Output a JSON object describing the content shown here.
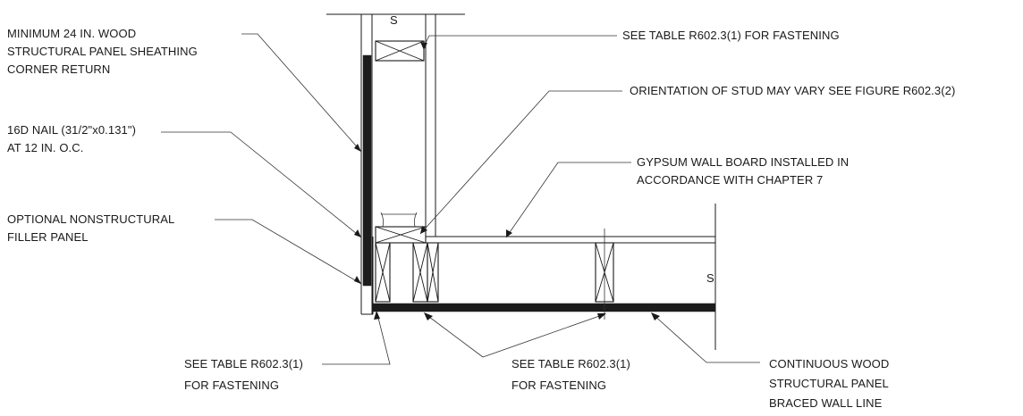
{
  "labels": {
    "sheathing_return": [
      "MINIMUM 24 IN. WOOD",
      "STRUCTURAL PANEL SHEATHING",
      "CORNER RETURN"
    ],
    "nail": [
      "16D NAIL (31/2\"x0.131\")",
      "AT 12 IN. O.C."
    ],
    "filler": [
      "OPTIONAL NONSTRUCTURAL",
      "FILLER PANEL"
    ],
    "table_top": [
      "SEE TABLE R602.3(1) FOR FASTENING"
    ],
    "orientation": [
      "ORIENTATION OF STUD MAY VARY SEE FIGURE R602.3(2)"
    ],
    "gypsum": [
      "GYPSUM WALL BOARD INSTALLED IN",
      "ACCORDANCE WITH CHAPTER 7"
    ],
    "table_bottom_left": [
      "SEE TABLE R602.3(1)",
      "FOR FASTENING"
    ],
    "table_bottom_mid": [
      "SEE TABLE R602.3(1)",
      "FOR FASTENING"
    ],
    "continuous": [
      "CONTINUOUS WOOD",
      "STRUCTURAL PANEL",
      "BRACED WALL LINE"
    ]
  },
  "break_symbol": "S"
}
